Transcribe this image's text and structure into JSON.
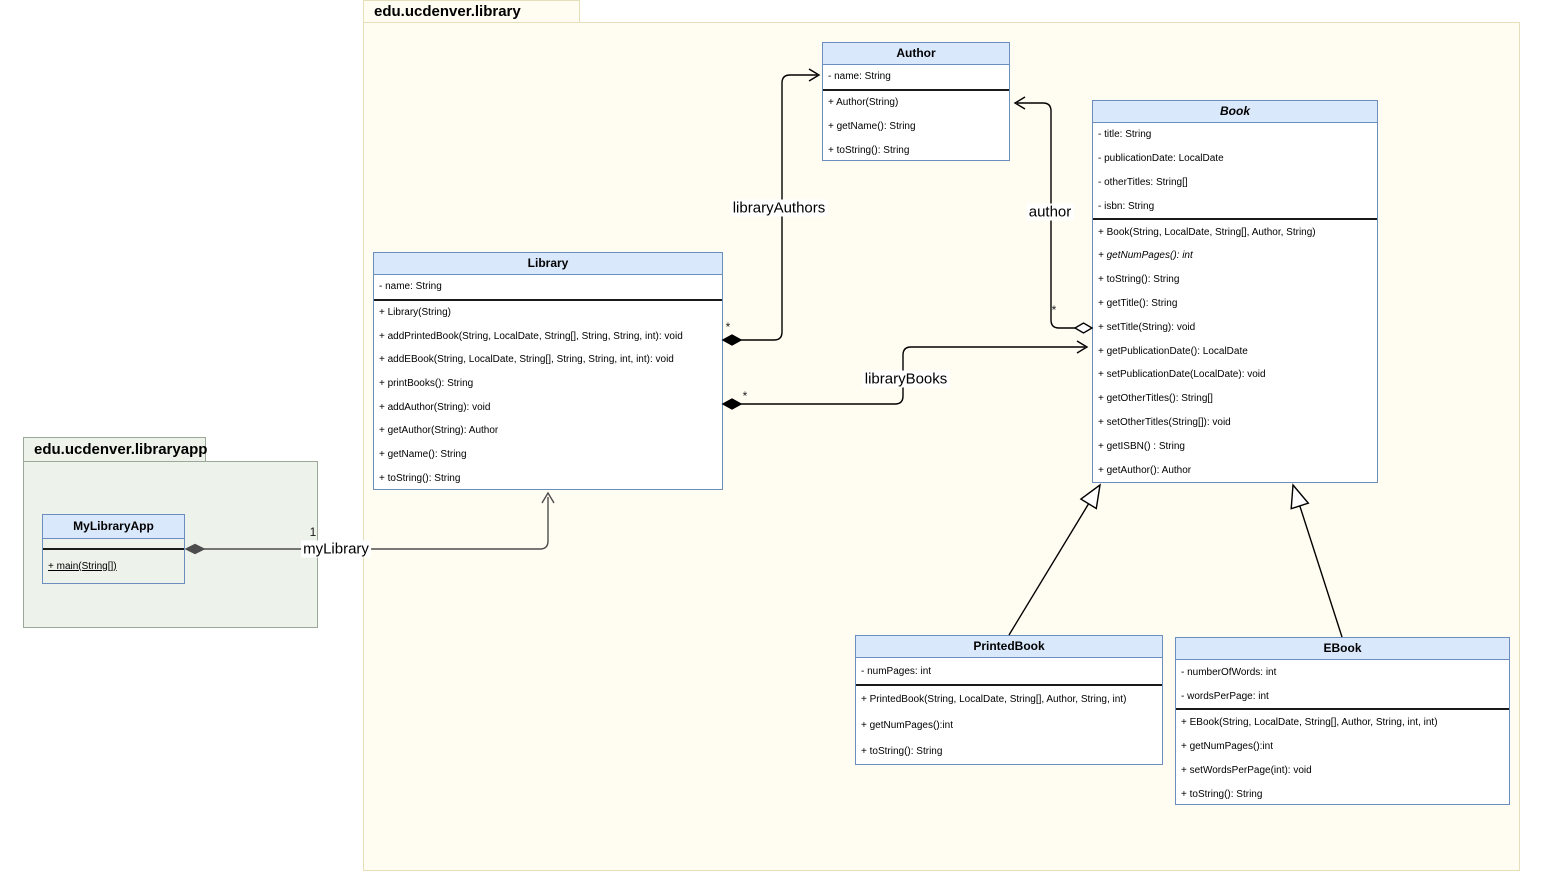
{
  "diagram": {
    "packages": {
      "library": {
        "label": "edu.ucdenver.library"
      },
      "libraryapp": {
        "label": "edu.ucdenver.libraryapp"
      }
    },
    "classes": {
      "author": {
        "title": "Author",
        "attributes": [
          "- name: String"
        ],
        "methods": [
          "+ Author(String)",
          "+ getName(): String",
          "+ toString(): String"
        ]
      },
      "book": {
        "title": "Book",
        "abstract": true,
        "attributes": [
          "- title: String",
          "- publicationDate: LocalDate",
          "- otherTitles: String[]",
          "- isbn: String"
        ],
        "methods": [
          "+ Book(String, LocalDate, String[], Author, String)",
          "+ getNumPages(): int",
          "+ toString(): String",
          "+ getTitle(): String",
          "+ setTitle(String): void",
          "+ getPublicationDate(): LocalDate",
          "+ setPublicationDate(LocalDate): void",
          "+ getOtherTitles(): String[]",
          "+ setOtherTitles(String[]): void",
          "+ getISBN() : String",
          "+ getAuthor(): Author"
        ]
      },
      "library": {
        "title": "Library",
        "attributes": [
          "- name: String"
        ],
        "methods": [
          "+ Library(String)",
          "+ addPrintedBook(String, LocalDate, String[], String, String, int): void",
          "+ addEBook(String, LocalDate, String[], String, String, int, int): void",
          "+ printBooks(): String",
          "+ addAuthor(String): void",
          "+ getAuthor(String): Author",
          "+ getName(): String",
          "+ toString(): String"
        ]
      },
      "printedbook": {
        "title": "PrintedBook",
        "attributes": [
          "- numPages: int"
        ],
        "methods": [
          "+ PrintedBook(String, LocalDate, String[], Author, String, int)",
          "+ getNumPages():int",
          "+ toString(): String"
        ]
      },
      "ebook": {
        "title": "EBook",
        "attributes": [
          "- numberOfWords: int",
          "- wordsPerPage: int"
        ],
        "methods": [
          "+ EBook(String, LocalDate, String[], Author, String, int, int)",
          "+ getNumPages():int",
          "+ setWordsPerPage(int): void",
          "+ toString(): String"
        ]
      },
      "mylibraryapp": {
        "title": "MyLibraryApp",
        "attributes": [],
        "methods": [
          "+ main(String[])"
        ]
      }
    },
    "relationships": {
      "libraryAuthors": {
        "label": "libraryAuthors",
        "multiplicity": "*",
        "type": "composition",
        "from": "Library",
        "to": "Author"
      },
      "author": {
        "label": "author",
        "multiplicity": "*",
        "type": "aggregation",
        "from": "Book",
        "to": "Author"
      },
      "libraryBooks": {
        "label": "libraryBooks",
        "multiplicity": "*",
        "type": "composition",
        "from": "Library",
        "to": "Book"
      },
      "myLibrary": {
        "label": "myLibrary",
        "multiplicity": "1",
        "type": "composition",
        "from": "MyLibraryApp",
        "to": "Library"
      },
      "printedbookGen": {
        "type": "generalization",
        "from": "PrintedBook",
        "to": "Book"
      },
      "ebookGen": {
        "type": "generalization",
        "from": "EBook",
        "to": "Book"
      }
    },
    "colors": {
      "class_header_fill": "#dae8fc",
      "class_border": "#6c8ebf",
      "pkg_library_fill": "#fffdf2",
      "pkg_library_border": "#e6dfba",
      "pkg_libraryapp_fill": "#edf3ea",
      "pkg_libraryapp_border": "#9aa898",
      "wire": "#000000",
      "wire_gray": "#4d4d4d"
    }
  }
}
